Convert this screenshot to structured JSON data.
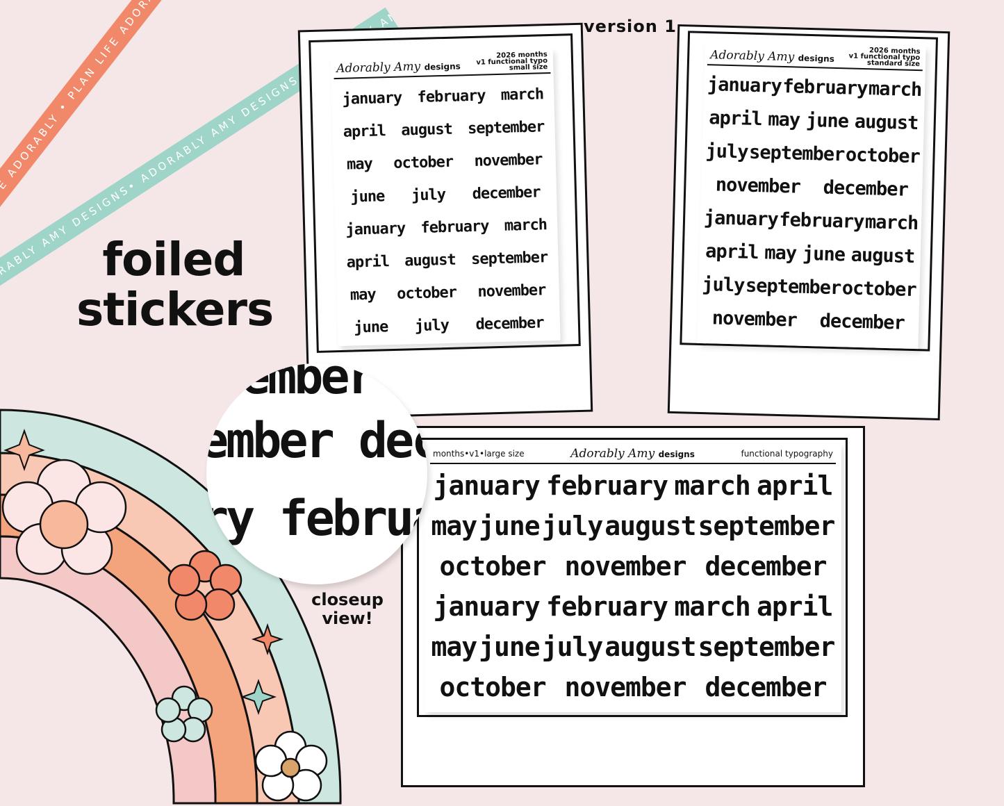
{
  "ribbons": {
    "orange": "PLAN LIFE ADORABLY • PLAN LIFE ADORABLY • PLAN LIFE ADORABLY",
    "teal": "ADORABLY AMY DESIGNS• ADORABLY AMY DESIGNS• ADORABLY AMY DESIGNS"
  },
  "headline": {
    "line1": "foiled",
    "line2": "stickers"
  },
  "version_label": "version 1",
  "brand": {
    "script": "Adorably Amy",
    "word": "designs"
  },
  "sheet_small": {
    "meta": [
      "2026 months",
      "v1 functional typo",
      "small size"
    ],
    "rows": [
      [
        "january",
        "february",
        "march"
      ],
      [
        "april",
        "august",
        "september"
      ],
      [
        "may",
        "october",
        "november"
      ],
      [
        "june",
        "july",
        "december"
      ],
      [
        "january",
        "february",
        "march"
      ],
      [
        "april",
        "august",
        "september"
      ],
      [
        "may",
        "october",
        "november"
      ],
      [
        "june",
        "july",
        "december"
      ]
    ]
  },
  "sheet_standard": {
    "meta": [
      "2026 months",
      "v1 functional typo",
      "standard size"
    ],
    "rows": [
      [
        "january",
        "february",
        "march"
      ],
      [
        "april",
        "may",
        "june",
        "august"
      ],
      [
        "july",
        "september",
        "october"
      ],
      [
        "november",
        "december"
      ],
      [
        "january",
        "february",
        "march"
      ],
      [
        "april",
        "may",
        "june",
        "august"
      ],
      [
        "july",
        "september",
        "october"
      ],
      [
        "november",
        "december"
      ]
    ]
  },
  "sheet_large": {
    "left": "months•v1•large size",
    "right": "functional typography",
    "rows": [
      [
        "january",
        "february",
        "march",
        "april"
      ],
      [
        "may",
        "june",
        "july",
        "august",
        "september"
      ],
      [
        "october",
        "november",
        "december"
      ],
      [
        "january",
        "february",
        "march",
        "april"
      ],
      [
        "may",
        "june",
        "july",
        "august",
        "september"
      ],
      [
        "october",
        "november",
        "december"
      ]
    ]
  },
  "closeup": {
    "lines": [
      "ember",
      "ember  dece",
      "ry february"
    ]
  },
  "closeup_caption": {
    "line1": "closeup",
    "line2": "view!"
  },
  "colors": {
    "background": "#f5e7e7",
    "orange": "#f2886a",
    "teal": "#9fd4c9",
    "peach": "#f7b89c",
    "pink": "#efcfd0"
  }
}
